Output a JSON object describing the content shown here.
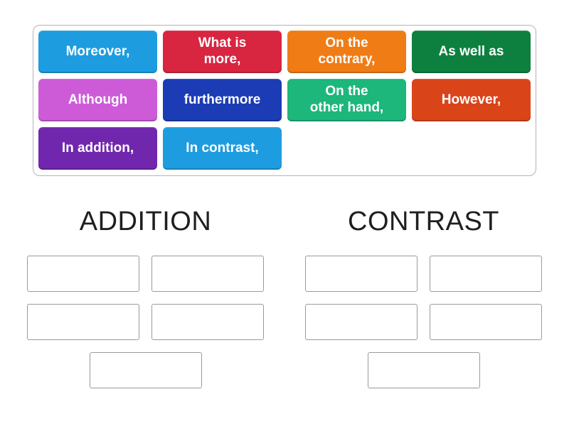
{
  "bank": {
    "tiles": [
      {
        "label": "Moreover,",
        "color": "#1e9ce0"
      },
      {
        "label": "What is\nmore,",
        "color": "#d82540"
      },
      {
        "label": "On the\ncontrary,",
        "color": "#f07c16"
      },
      {
        "label": "As well as",
        "color": "#0d8040"
      },
      {
        "label": "Although",
        "color": "#cd5bd8"
      },
      {
        "label": "furthermore",
        "color": "#1c3cb5"
      },
      {
        "label": "On the\nother hand,",
        "color": "#1db67b"
      },
      {
        "label": "However,",
        "color": "#d94419"
      },
      {
        "label": "In addition,",
        "color": "#7127ad"
      },
      {
        "label": "In contrast,",
        "color": "#1e9ce0"
      }
    ]
  },
  "groups": [
    {
      "title": "ADDITION",
      "slot_count": 5
    },
    {
      "title": "CONTRAST",
      "slot_count": 5
    }
  ],
  "ui_colors": {
    "tile_text": "#ffffff",
    "bank_border": "#b4b4ba",
    "slot_border": "#9a9a9a",
    "title_text": "#1f1f1f"
  }
}
